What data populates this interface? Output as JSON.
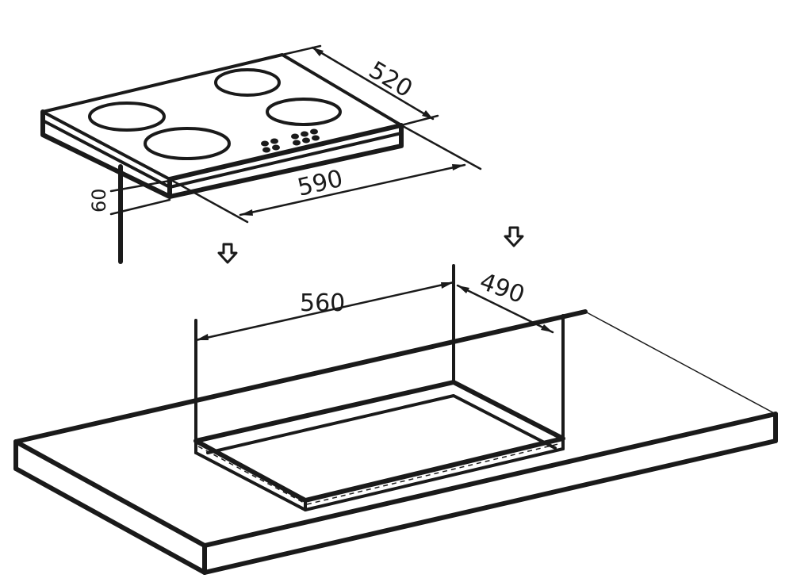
{
  "diagram": {
    "hob": {
      "depth_label": "520",
      "width_label": "590",
      "height_label": "60"
    },
    "cutout": {
      "width_label": "560",
      "depth_label": "490"
    },
    "colors": {
      "line": "#1a1a1a",
      "background": "#ffffff"
    },
    "icons": [
      "down-arrow-icon",
      "down-arrow-icon"
    ]
  }
}
